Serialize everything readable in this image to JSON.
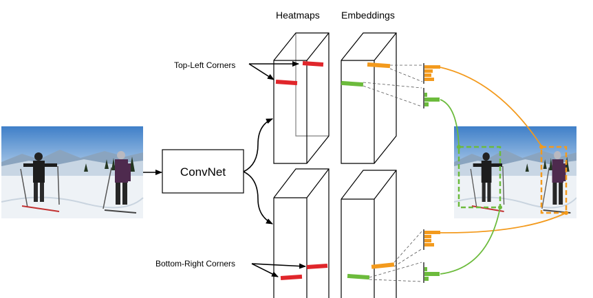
{
  "labels": {
    "heatmaps": "Heatmaps",
    "embeddings": "Embeddings",
    "top_left_corners": "Top-Left Corners",
    "bottom_right_corners": "Bottom-Right Corners",
    "convnet": "ConvNet"
  },
  "colors": {
    "red": "#e0262b",
    "orange": "#f39a1d",
    "green": "#6cbb3c",
    "black": "#000000"
  },
  "icons": {
    "input_image": "skiers-photo-icon",
    "output_image": "skiers-photo-detections-icon"
  }
}
